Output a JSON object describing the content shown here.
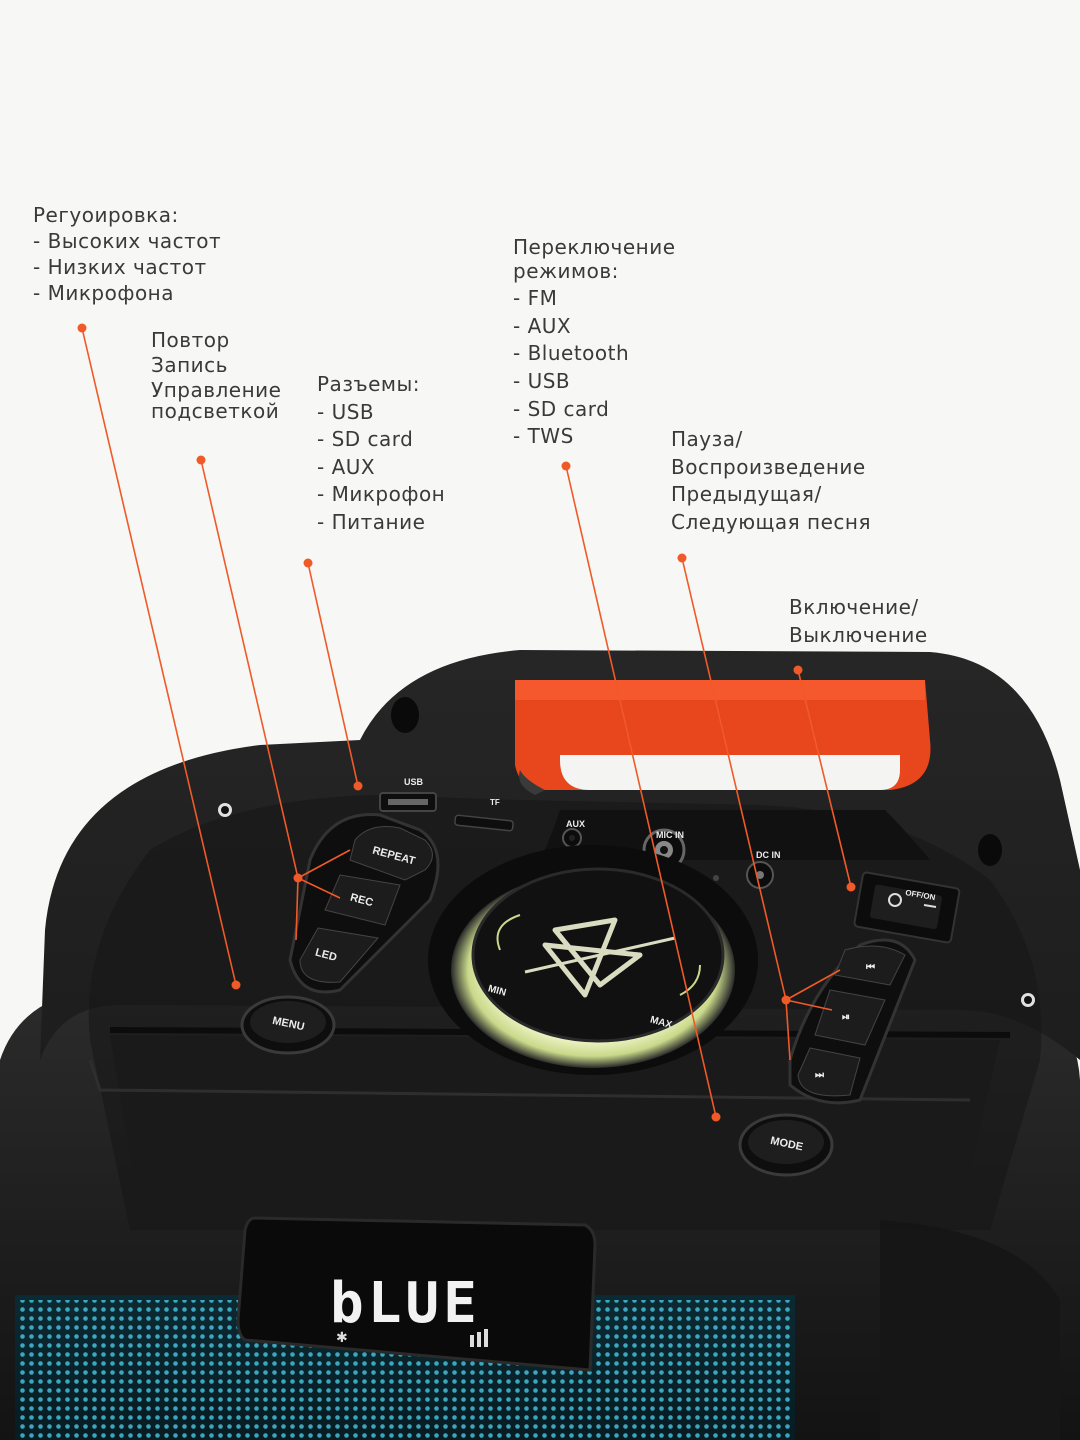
{
  "callouts": {
    "adjust": {
      "title": "Регуоировка:",
      "items": [
        "- Высоких частот",
        "- Низких частот",
        "- Микрофона"
      ]
    },
    "repeat": {
      "items": [
        "Повтор",
        "Запись",
        "Управление",
        "подсветкой"
      ]
    },
    "ports": {
      "title": "Разъемы:",
      "items": [
        "- USB",
        "- SD card",
        "- AUX",
        "- Микрофон",
        "- Питание"
      ]
    },
    "modes": {
      "title_lines": [
        "Переключение",
        "режимов:"
      ],
      "items": [
        "- FM",
        "- AUX",
        "- Bluetooth",
        "- USB",
        "- SD card",
        "- TWS"
      ]
    },
    "playback": {
      "items": [
        "Пауза/",
        "Воспроизведение",
        "Предыдущая/",
        "Следующая песня"
      ]
    },
    "power": {
      "items": [
        "Включение/",
        "Выключение"
      ]
    }
  },
  "device": {
    "port_labels": {
      "usb": "USB",
      "tf": "TF",
      "aux": "AUX",
      "mic": "MIC IN",
      "dc": "DC IN",
      "power": "OFF/ON"
    },
    "buttons": {
      "repeat": "REPEAT",
      "rec": "REC",
      "led": "LED",
      "menu": "MENU",
      "mode": "MODE"
    },
    "knob": {
      "min": "MIN",
      "max": "MAX",
      "logo": "X"
    },
    "display": {
      "text": "bLUE"
    }
  },
  "colors": {
    "accent": "#f05a28",
    "handle": "#e8461d",
    "body": "#1c1c1c",
    "grille_glow": "#3fb8d8"
  }
}
